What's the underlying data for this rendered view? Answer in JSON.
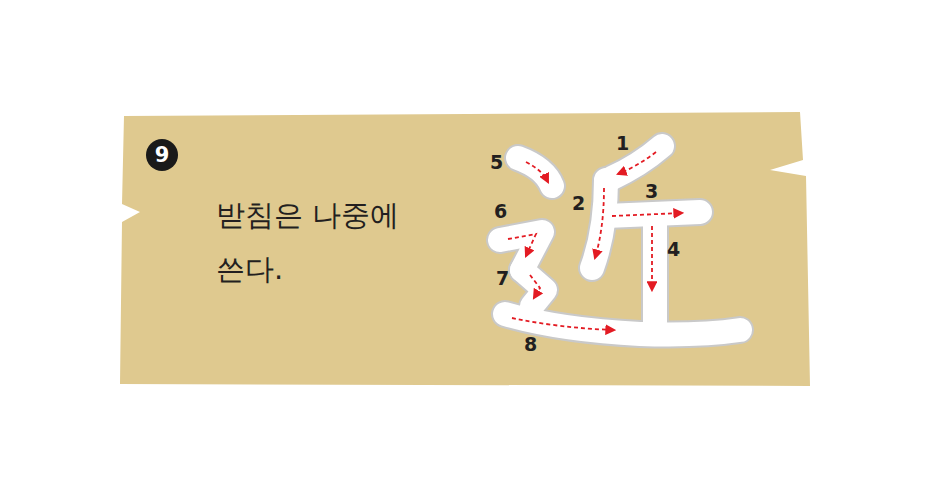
{
  "diagram": {
    "nodes": [
      {
        "text": [
          "받침은 나중에 쓴다."
        ]
      },
      {
        "text": [
          "9"
        ],
        "in": 0
      }
    ],
    "labels": [
      "1",
      "2",
      "3",
      "4",
      "5",
      "6",
      "7",
      "8"
    ]
  }
}
